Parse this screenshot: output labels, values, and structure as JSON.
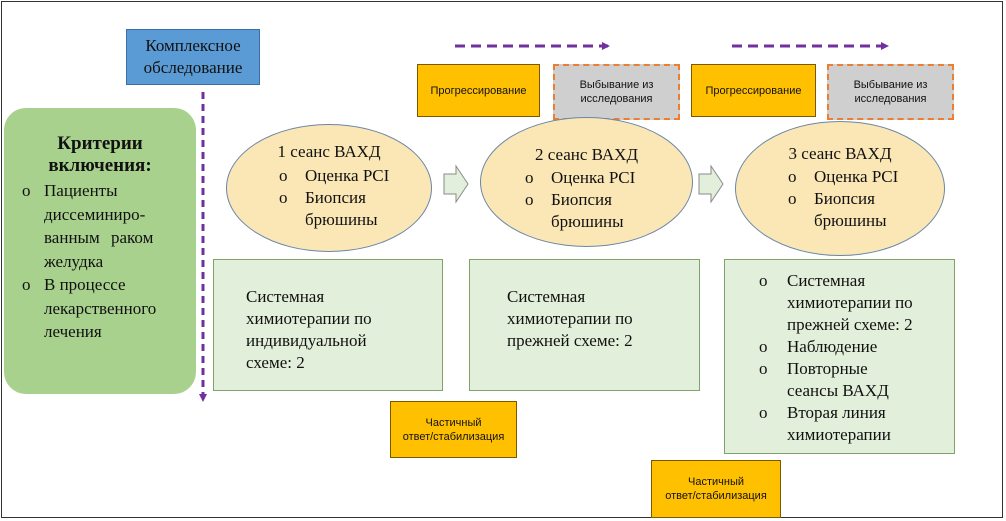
{
  "complex_exam": {
    "line1": "Комплексное",
    "line2": "обследование"
  },
  "criteria": {
    "title_line1": "Критерии",
    "title_line2": "включения:",
    "bullet": "o",
    "items": [
      [
        "Пациенты",
        "диссеминиро-",
        "ванным раком",
        "желудка"
      ],
      [
        "В процессе",
        "лекарственного",
        "лечения"
      ]
    ]
  },
  "labels": {
    "progression": "Прогрессирование",
    "dropout_line1": "Выбывание из",
    "dropout_line2": "исследования",
    "partial_line1": "Частичный",
    "partial_line2": "ответ/стабилизация"
  },
  "sessions": [
    {
      "title": "1 сеанс ВАХД",
      "items": [
        "Оценка PCI",
        "Биопсия",
        "брюшины"
      ]
    },
    {
      "title": "2 сеанс ВАХД",
      "items": [
        "Оценка PCI",
        "Биопсия",
        "брюшины"
      ]
    },
    {
      "title": "3 сеанс ВАХД",
      "items": [
        "Оценка PCI",
        "Биопсия",
        "брюшины"
      ]
    }
  ],
  "therapy": {
    "box1": [
      "Системная",
      "химиотерапии по",
      "индивидуальной",
      "схеме: 2"
    ],
    "box2": [
      "Системная",
      "химиотерапии по",
      "прежней схеме: 2"
    ],
    "box3": [
      [
        "Системная",
        "химиотерапии по",
        "прежней схеме: 2"
      ],
      [
        "Наблюдение"
      ],
      [
        "Повторные",
        "сеансы ВАХД"
      ],
      [
        "Вторая линия",
        "химиотерапии"
      ]
    ]
  },
  "colors": {
    "blue_box": "#5b9bd5",
    "green_criteria": "#a9d18e",
    "orange": "#ffc000",
    "grey": "#cfcfcf",
    "dashed_border": "#ed7d31",
    "ellipse_fill": "#fbe7b5",
    "therapy_fill": "#e2efda",
    "arrow_purple": "#7030a0"
  }
}
